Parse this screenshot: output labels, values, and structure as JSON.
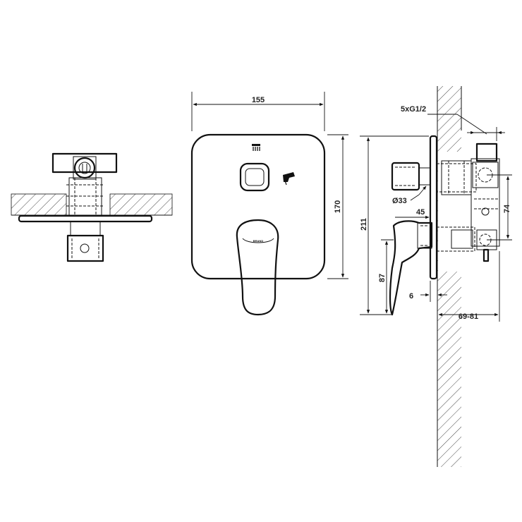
{
  "dimensions": {
    "width_155": "155",
    "height_170": "170",
    "overall_211": "211",
    "handle_87": "87",
    "thread": "5xG1/2",
    "diameter_33": "Ø33",
    "offset_45": "45",
    "spacing_74": "74",
    "plate_6": "6",
    "depth_range": "69-81"
  },
  "colors": {
    "line": "#111111",
    "background": "#ffffff"
  }
}
